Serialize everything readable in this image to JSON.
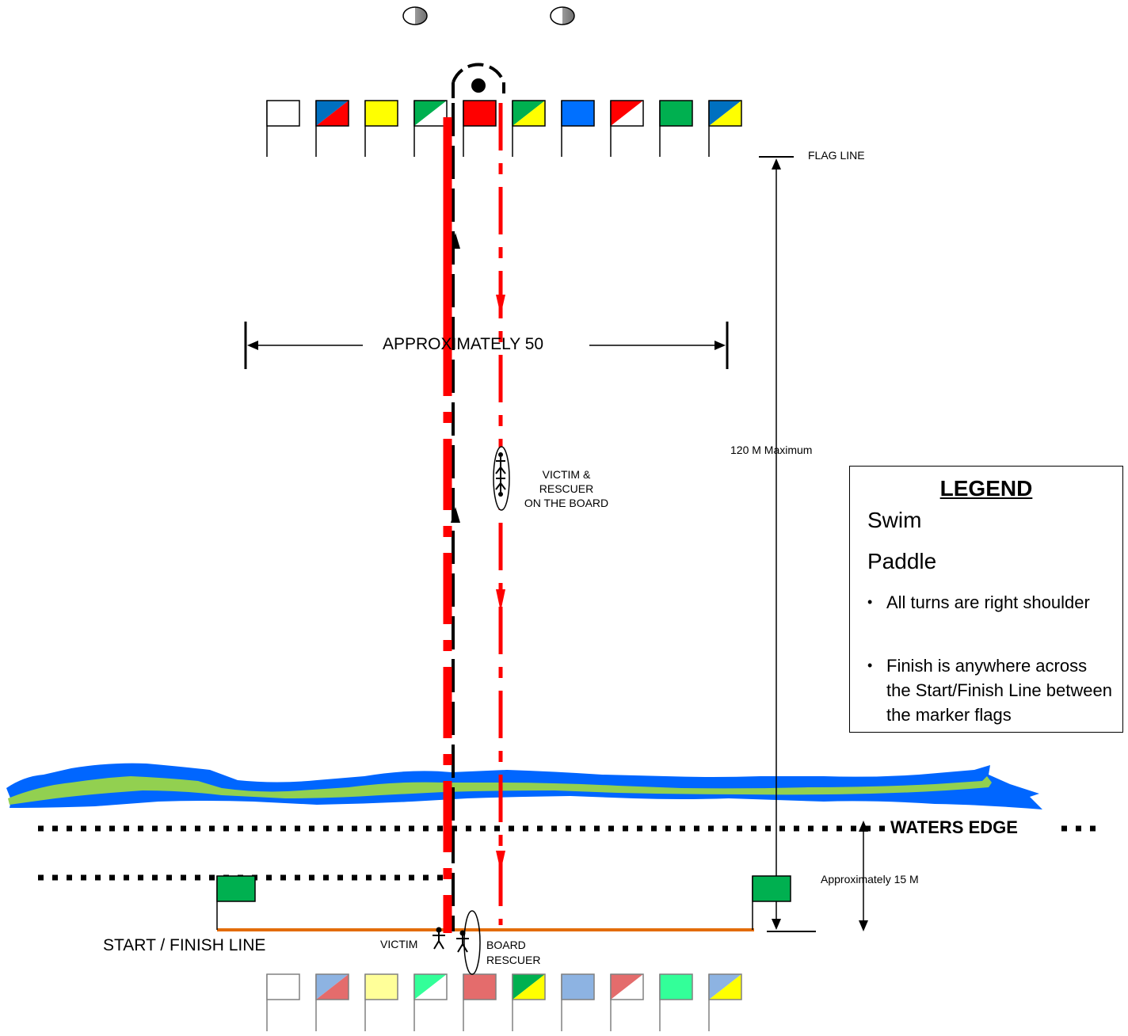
{
  "labels": {
    "flag_line": "FLAG LINE",
    "approx_50": "APPROXIMATELY 50",
    "max_120": "120 M Maximum",
    "victim_rescuer": [
      "VICTIM &",
      "RESCUER",
      "ON THE BOARD"
    ],
    "waters_edge": "WATERS EDGE",
    "approx_15": "Approximately 15 M",
    "start_finish": "START / FINISH LINE",
    "victim": "VICTIM",
    "board_rescuer": [
      "BOARD",
      "RESCUER"
    ]
  },
  "legend": {
    "title": "LEGEND",
    "swim": "Swim",
    "paddle": "Paddle",
    "notes": [
      "All turns are right shoulder",
      "Finish is anywhere across the Start/Finish Line between the marker flags"
    ]
  },
  "colors": {
    "swim_line": "#000000",
    "paddle_line": "#ff0000",
    "water_blue": "#0066ff",
    "water_green": "#92d050",
    "start_line": "#e36c09",
    "marker_flag": "#00b050"
  },
  "top_flags": [
    {
      "type": "solid",
      "color": "#ffffff"
    },
    {
      "type": "diag",
      "c1": "#0070c0",
      "c2": "#ff0000"
    },
    {
      "type": "solid",
      "color": "#ffff00"
    },
    {
      "type": "diag",
      "c1": "#00b050",
      "c2": "#ffffff"
    },
    {
      "type": "solid",
      "color": "#ff0000"
    },
    {
      "type": "diag",
      "c1": "#00b050",
      "c2": "#ffff00"
    },
    {
      "type": "solid",
      "color": "#0070ff"
    },
    {
      "type": "diag",
      "c1": "#ff0000",
      "c2": "#ffffff"
    },
    {
      "type": "solid",
      "color": "#00b050"
    },
    {
      "type": "diag",
      "c1": "#0070c0",
      "c2": "#ffff00"
    }
  ],
  "bottom_flags": [
    {
      "type": "solid",
      "color": "#ffffff"
    },
    {
      "type": "diag",
      "c1": "#8db3e2",
      "c2": "#e46c6c"
    },
    {
      "type": "solid",
      "color": "#ffff99"
    },
    {
      "type": "diag",
      "c1": "#33ff99",
      "c2": "#ffffff"
    },
    {
      "type": "solid",
      "color": "#e46c6c"
    },
    {
      "type": "diag",
      "c1": "#00b050",
      "c2": "#ffff00"
    },
    {
      "type": "solid",
      "color": "#8db3e2"
    },
    {
      "type": "diag",
      "c1": "#e46c6c",
      "c2": "#ffffff"
    },
    {
      "type": "solid",
      "color": "#33ff99"
    },
    {
      "type": "diag",
      "c1": "#8db3e2",
      "c2": "#ffff00"
    }
  ]
}
